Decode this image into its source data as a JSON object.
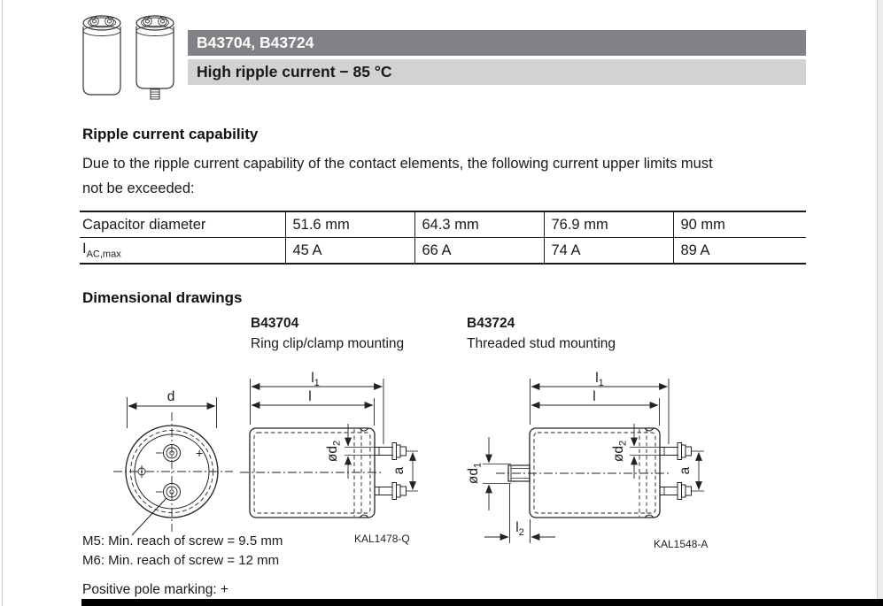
{
  "header": {
    "part_numbers": "B43704, B43724",
    "subtitle": "High ripple current − 85 °C"
  },
  "ripple_section": {
    "heading": "Ripple current capability",
    "body_lines": [
      "Due to the ripple current capability of the contact elements, the following current upper limits must",
      "not be exceeded:"
    ],
    "table": {
      "diameter_row": {
        "label": "Capacitor diameter",
        "values": [
          "51.6 mm",
          "64.3 mm",
          "76.9 mm",
          "90 mm"
        ]
      },
      "current_row": {
        "label_base": "I",
        "label_sub": "AC,max",
        "values": [
          "45 A",
          "66 A",
          "74 A",
          "89 A"
        ]
      }
    }
  },
  "dimensional_section": {
    "heading": "Dimensional drawings",
    "b43704": {
      "title": "B43704",
      "subtitle": "Ring clip/clamp mounting",
      "drawing_code": "KAL1478-Q"
    },
    "b43724": {
      "title": "B43724",
      "subtitle": "Threaded stud mounting",
      "drawing_code": "KAL1548-A"
    },
    "dim_labels": {
      "d": "d",
      "l": "l",
      "l1_base": "l",
      "l1_sub": "1",
      "l2_base": "l",
      "l2_sub": "2",
      "od1_base": "ød",
      "od1_sub": "1",
      "od2_base": "ød",
      "od2_sub": "2",
      "a": "a",
      "plus": "+"
    },
    "notes": [
      "M5: Min. reach of screw = 9.5 mm",
      "M6: Min. reach of screw = 12 mm"
    ]
  },
  "footer": {
    "positive_pole_note": "Positive pole marking: +"
  },
  "colors": {
    "header_bar": "#808285",
    "subheader_bar": "#d1d2d4",
    "drawing_line": "#222222"
  }
}
